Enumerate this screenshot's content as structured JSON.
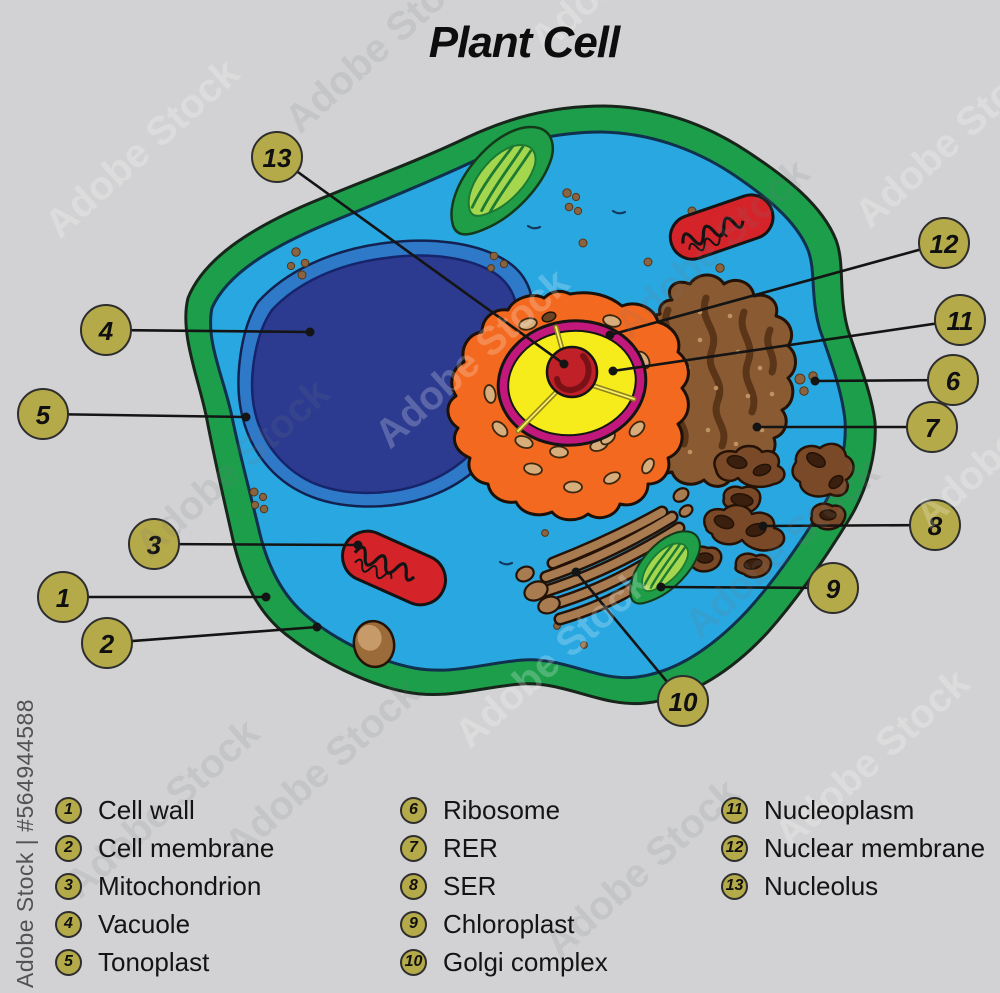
{
  "title": "Plant Cell",
  "watermark": {
    "vertical_text": "Adobe Stock | #564944588",
    "tile_text": "Adobe Stock"
  },
  "colors": {
    "background": "#d2d2d4",
    "cell_wall": "#1c9e4b",
    "cytoplasm": "#29a7e0",
    "tonoplast": "#2e7ac8",
    "vacuole": "#2c3b90",
    "nucleus_rim": "#f2691f",
    "rim_spots": "#d7ad7b",
    "nuclear_membrane": "#c2187c",
    "nucleoplasm": "#f6ec1b",
    "nucleolus": "#c02027",
    "mitochondrion": "#d5232a",
    "chloroplast_outer": "#1f9e47",
    "chloroplast_inner": "#a4d74e",
    "rer": "#8a5a33",
    "ser": "#7a4a28",
    "ser_dark": "#3a1f0e",
    "golgi": "#a87c50",
    "ribosome": "#8a6340",
    "vesicle": "#9c6b3a",
    "outline": "#241206",
    "line": "#141414",
    "callout_fill": "#b5aa49",
    "callout_border": "#2e2e2e"
  },
  "callouts": [
    {
      "num": "1",
      "organelle": "cell-wall"
    },
    {
      "num": "2",
      "organelle": "cell-membrane"
    },
    {
      "num": "3",
      "organelle": "mitochondrion"
    },
    {
      "num": "4",
      "organelle": "vacuole"
    },
    {
      "num": "5",
      "organelle": "tonoplast"
    },
    {
      "num": "6",
      "organelle": "ribosome"
    },
    {
      "num": "7",
      "organelle": "rer"
    },
    {
      "num": "8",
      "organelle": "ser"
    },
    {
      "num": "9",
      "organelle": "chloroplast"
    },
    {
      "num": "10",
      "organelle": "golgi-complex"
    },
    {
      "num": "11",
      "organelle": "nucleoplasm"
    },
    {
      "num": "12",
      "organelle": "nuclear-membrane"
    },
    {
      "num": "13",
      "organelle": "nucleolus"
    }
  ],
  "legend": {
    "columns": [
      {
        "items": [
          {
            "num": "1",
            "label": "Cell wall"
          },
          {
            "num": "2",
            "label": "Cell membrane"
          },
          {
            "num": "3",
            "label": "Mitochondrion"
          },
          {
            "num": "4",
            "label": "Vacuole"
          },
          {
            "num": "5",
            "label": "Tonoplast"
          }
        ]
      },
      {
        "items": [
          {
            "num": "6",
            "label": "Ribosome"
          },
          {
            "num": "7",
            "label": "RER"
          },
          {
            "num": "8",
            "label": "SER"
          },
          {
            "num": "9",
            "label": "Chloroplast"
          },
          {
            "num": "10",
            "label": "Golgi complex"
          }
        ]
      },
      {
        "items": [
          {
            "num": "11",
            "label": "Nucleoplasm"
          },
          {
            "num": "12",
            "label": "Nuclear membrane"
          },
          {
            "num": "13",
            "label": "Nucleolus"
          }
        ]
      }
    ]
  }
}
